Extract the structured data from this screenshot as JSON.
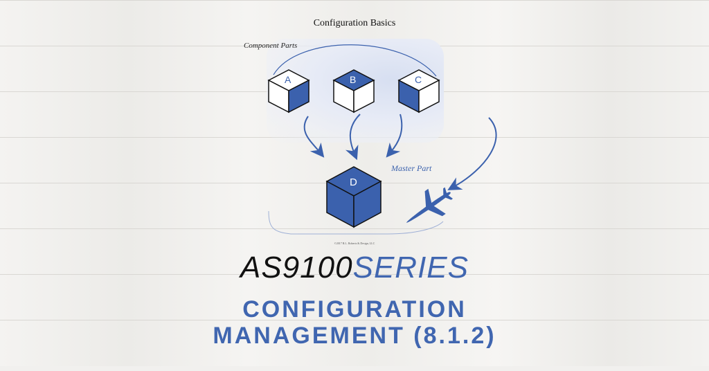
{
  "diagram": {
    "title": "Configuration Basics",
    "component_label": "Component Parts",
    "master_label": "Master Part",
    "copyright": "©2017 R.L. Roberts & Design, LLC",
    "cubes": [
      "A",
      "B",
      "C",
      "D"
    ]
  },
  "brand": {
    "part1": "AS9100",
    "part2": "SERIES"
  },
  "headline": {
    "line1": "CONFIGURATION",
    "line2": "MANAGEMENT (8.1.2)"
  },
  "colors": {
    "accent": "#4066b0",
    "dark": "#111111",
    "background": "#f1f0ee"
  }
}
